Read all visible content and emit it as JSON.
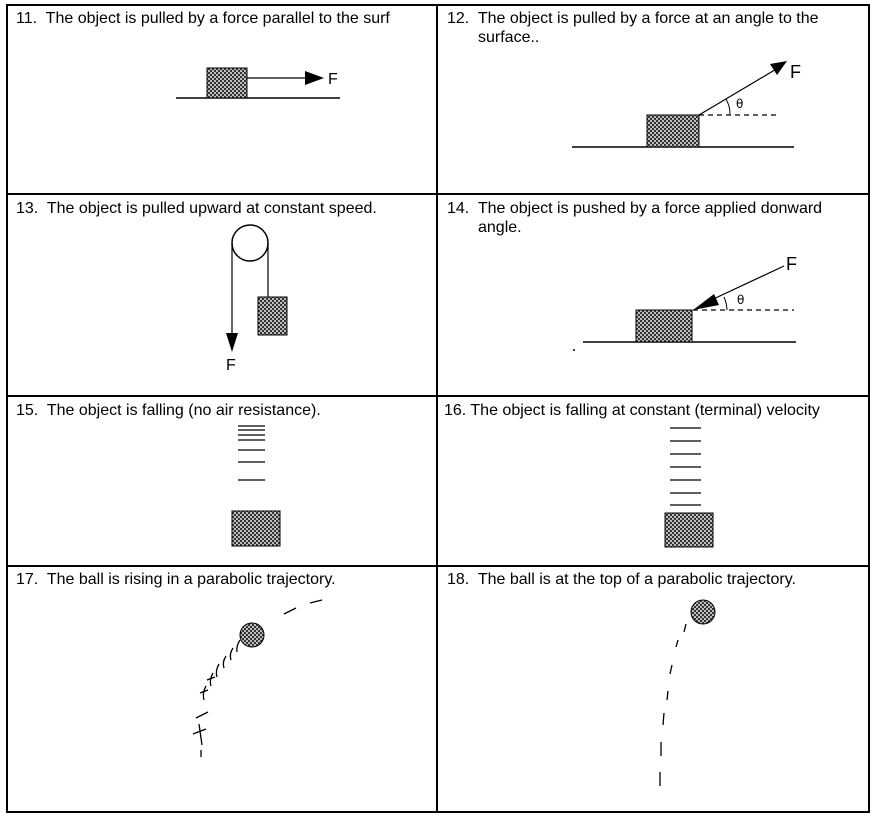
{
  "panels": [
    {
      "id": "11",
      "label": "11.",
      "text": "The object is pulled by a force parallel to the surf",
      "text2": ""
    },
    {
      "id": "12",
      "label": "12.",
      "text": "The object is pulled by a force at an angle to the",
      "text2": "surface.."
    },
    {
      "id": "13",
      "label": "13.",
      "text": "The object is pulled upward at constant speed.",
      "text2": ""
    },
    {
      "id": "14",
      "label": "14.",
      "text": "The object is pushed by a force applied donward",
      "text2": "angle."
    },
    {
      "id": "15",
      "label": "15.",
      "text": "The object is falling (no air resistance).",
      "text2": ""
    },
    {
      "id": "16",
      "label": "16.",
      "text": "The object is falling at constant (terminal) velocity",
      "text2": ""
    },
    {
      "id": "17",
      "label": "17.",
      "text": "The ball is rising in a parabolic trajectory.",
      "text2": ""
    },
    {
      "id": "18",
      "label": "18.",
      "text": "The ball is at the top of a parabolic trajectory.",
      "text2": ""
    }
  ],
  "symbols": {
    "force": "F",
    "angle": "θ"
  }
}
